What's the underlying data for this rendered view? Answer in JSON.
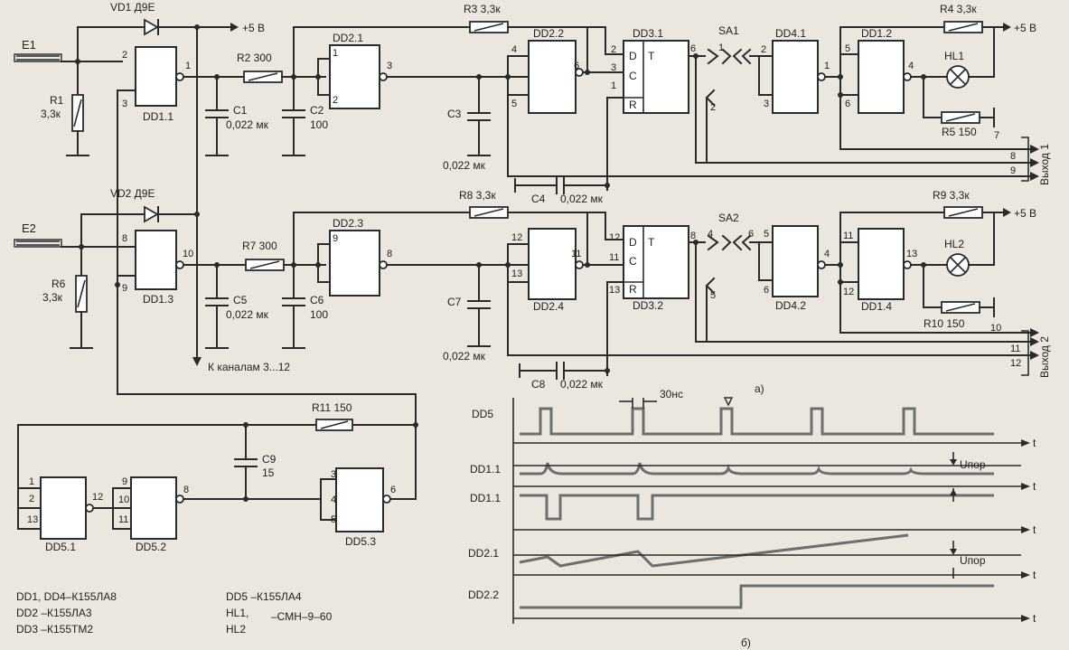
{
  "power": {
    "plus5v": "+5 В"
  },
  "inputs": {
    "e1": "E1",
    "e2": "E2"
  },
  "diodes": {
    "vd1": "VD1  Д9Е",
    "vd2": "VD2  Д9Е"
  },
  "gates": {
    "dd1_1": "DD1.1",
    "dd1_3": "DD1.3",
    "dd2_1": "DD2.1",
    "dd2_3": "DD2.3",
    "dd2_2": "DD2.2",
    "dd2_4": "DD2.4",
    "dd3_1": "DD3.1",
    "dd3_2": "DD3.2",
    "dd4_1": "DD4.1",
    "dd4_2": "DD4.2",
    "dd1_2": "DD1.2",
    "dd1_4": "DD1.4",
    "dd5_1": "DD5.1",
    "dd5_2": "DD5.2",
    "dd5_3": "DD5.3"
  },
  "resistors": {
    "r1": "R1",
    "r1v": "3,3к",
    "r6": "R6",
    "r6v": "3,3к",
    "r2": "R2  300",
    "r7": "R7 300",
    "r3": "R3  3,3к",
    "r8": "R8  3,3к",
    "r4": "R4  3,3к",
    "r9": "R9  3,3к",
    "r5": "R5  150",
    "r10": "R10  150",
    "r11": "R11 150"
  },
  "capacitors": {
    "c1": "C1",
    "c1v": "0,022 мк",
    "c2": "C2",
    "c2v": "100",
    "c5": "C5",
    "c5v": "0,022 мк",
    "c6": "C6",
    "c6v": "100",
    "c3": "C3",
    "c3v": "0,022 мк",
    "c7": "C7",
    "c7v": "0,022 мк",
    "c4": "C4",
    "c4v": "0,022 мк",
    "c8": "C8",
    "c8v": "0,022 мк",
    "c9": "C9",
    "c9v": "15"
  },
  "switches": {
    "sa1": "SA1",
    "sa2": "SA2"
  },
  "lamps": {
    "hl1": "HL1",
    "hl2": "HL2"
  },
  "flipflop_pins": {
    "d": "D",
    "c": "C",
    "r": "R",
    "t": "T"
  },
  "outputs": {
    "out1": "Выход 1",
    "out2": "Выход 2",
    "l7": "7",
    "l8": "8",
    "l9": "9",
    "l10": "10",
    "l11": "11",
    "l12": "12"
  },
  "to_channels": "К каналам 3...12",
  "part_a": "а)",
  "part_b": "б)",
  "legend": {
    "line1": "DD1, DD4–К155ЛА8",
    "line2": "DD2 –К155ЛА3",
    "line3": "DD3 –К155ТМ2",
    "line4": "DD5  –К155ЛА4",
    "line5": "HL1,",
    "line6": "HL2",
    "line7": "–СМН–9–60"
  },
  "timing": {
    "dd5": "DD5",
    "dd1_1a": "DD1.1",
    "dd1_1b": "DD1.1",
    "dd2_1": "DD2.1",
    "dd2_2": "DD2.2",
    "t": "t",
    "upor": "Uпор",
    "pulse_width": "30нс"
  }
}
